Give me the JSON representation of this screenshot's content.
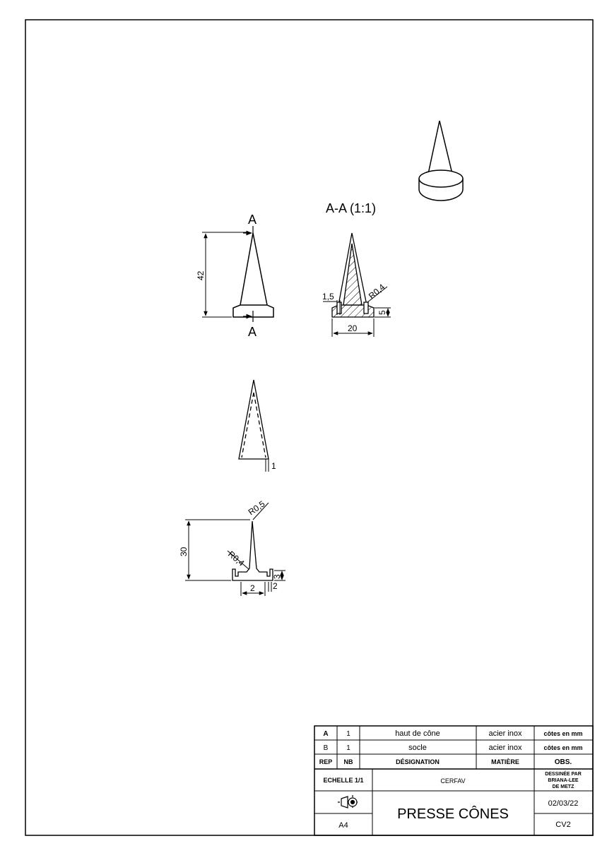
{
  "section_view": {
    "title": "A-A (1:1)"
  },
  "front_view": {
    "cut_label_top": "A",
    "cut_label_bottom": "A",
    "height_dim": "42"
  },
  "section_dims": {
    "wall": "1,5",
    "radius": "R0,4",
    "base_height": "5",
    "base_width": "20"
  },
  "cone_view": {
    "thickness_dim": "1"
  },
  "socle_view": {
    "tip_radius": "R0,5",
    "root_radius": "R0,4",
    "height_dim": "30",
    "lip_height": "3",
    "slot_width": "2",
    "slot_depth": "2"
  },
  "title_block": {
    "parts": [
      {
        "rep": "A",
        "nb": "1",
        "designation": "haut de cône",
        "matiere": "acier inox",
        "obs": "côtes en mm"
      },
      {
        "rep": "B",
        "nb": "1",
        "designation": "socle",
        "matiere": "acier inox",
        "obs": "côtes en mm"
      }
    ],
    "headers": {
      "rep": "REP",
      "nb": "NB",
      "designation": "DÉSIGNATION",
      "matiere": "MATIÈRE",
      "obs": "OBS."
    },
    "scale": "ECHELLE 1/1",
    "organization": "CERFAV",
    "drawn_by": [
      "DESSINÉE PAR",
      "BRIANA-LEE",
      "DE METZ"
    ],
    "date": "02/03/22",
    "title": "PRESSE CÔNES",
    "format": "A4",
    "reference": "CV2"
  }
}
